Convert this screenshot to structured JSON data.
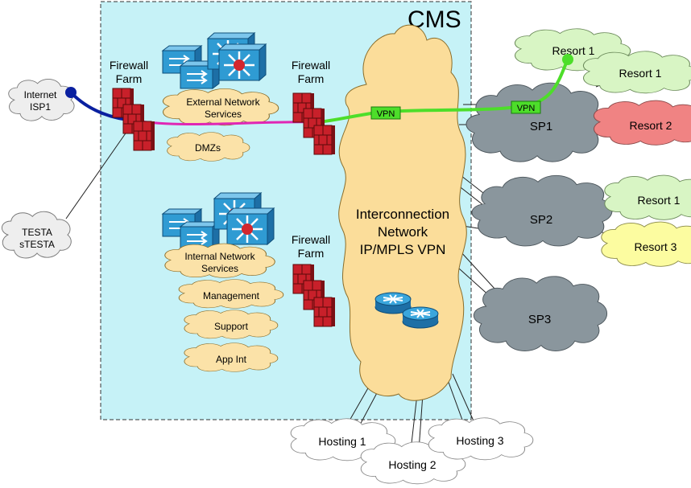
{
  "title": "CMS",
  "core": {
    "line1": "Interconnection",
    "line2": "Network",
    "line3": "IP/MPLS VPN"
  },
  "firewalls": [
    {
      "line1": "Firewall",
      "line2": "Farm"
    },
    {
      "line1": "Firewall",
      "line2": "Farm"
    },
    {
      "line1": "Firewall",
      "line2": "Farm"
    }
  ],
  "external_clouds": {
    "internet_line1": "Internet",
    "internet_line2": "ISP1",
    "testa_line1": "TESTA",
    "testa_line2": "sTESTA"
  },
  "services_dmz": {
    "external_line1": "External Network",
    "external_line2": "Services",
    "dmzs": "DMZs"
  },
  "services_internal": {
    "internal_line1": "Internal Network",
    "internal_line2": "Services",
    "management": "Management",
    "support": "Support",
    "app_int": "App Int"
  },
  "service_providers": [
    "SP1",
    "SP2",
    "SP3"
  ],
  "resorts": {
    "sp1_top": "Resort 1",
    "sp1_right": "Resort 1",
    "sp1_red": "Resort 2",
    "sp2_top": "Resort 1",
    "sp2_yellow": "Resort 3"
  },
  "hosting": [
    "Hosting 1",
    "Hosting 2",
    "Hosting 3"
  ],
  "vpn_tags": [
    "VPN",
    "VPN"
  ],
  "colors": {
    "cms_bg": "#c6f2f7",
    "core_cloud": "#fbdd9a",
    "sp_cloud": "#8a969d",
    "resort_green": "#d8f5c4",
    "resort_red": "#f08383",
    "resort_yellow": "#fcfca0",
    "ext_cloud": "#f2f2f2",
    "service_cloud": "#fbe2a8",
    "vpn_line": "#4dde2a",
    "magenta_line": "#e026b4",
    "blue_line": "#0a20a0"
  }
}
